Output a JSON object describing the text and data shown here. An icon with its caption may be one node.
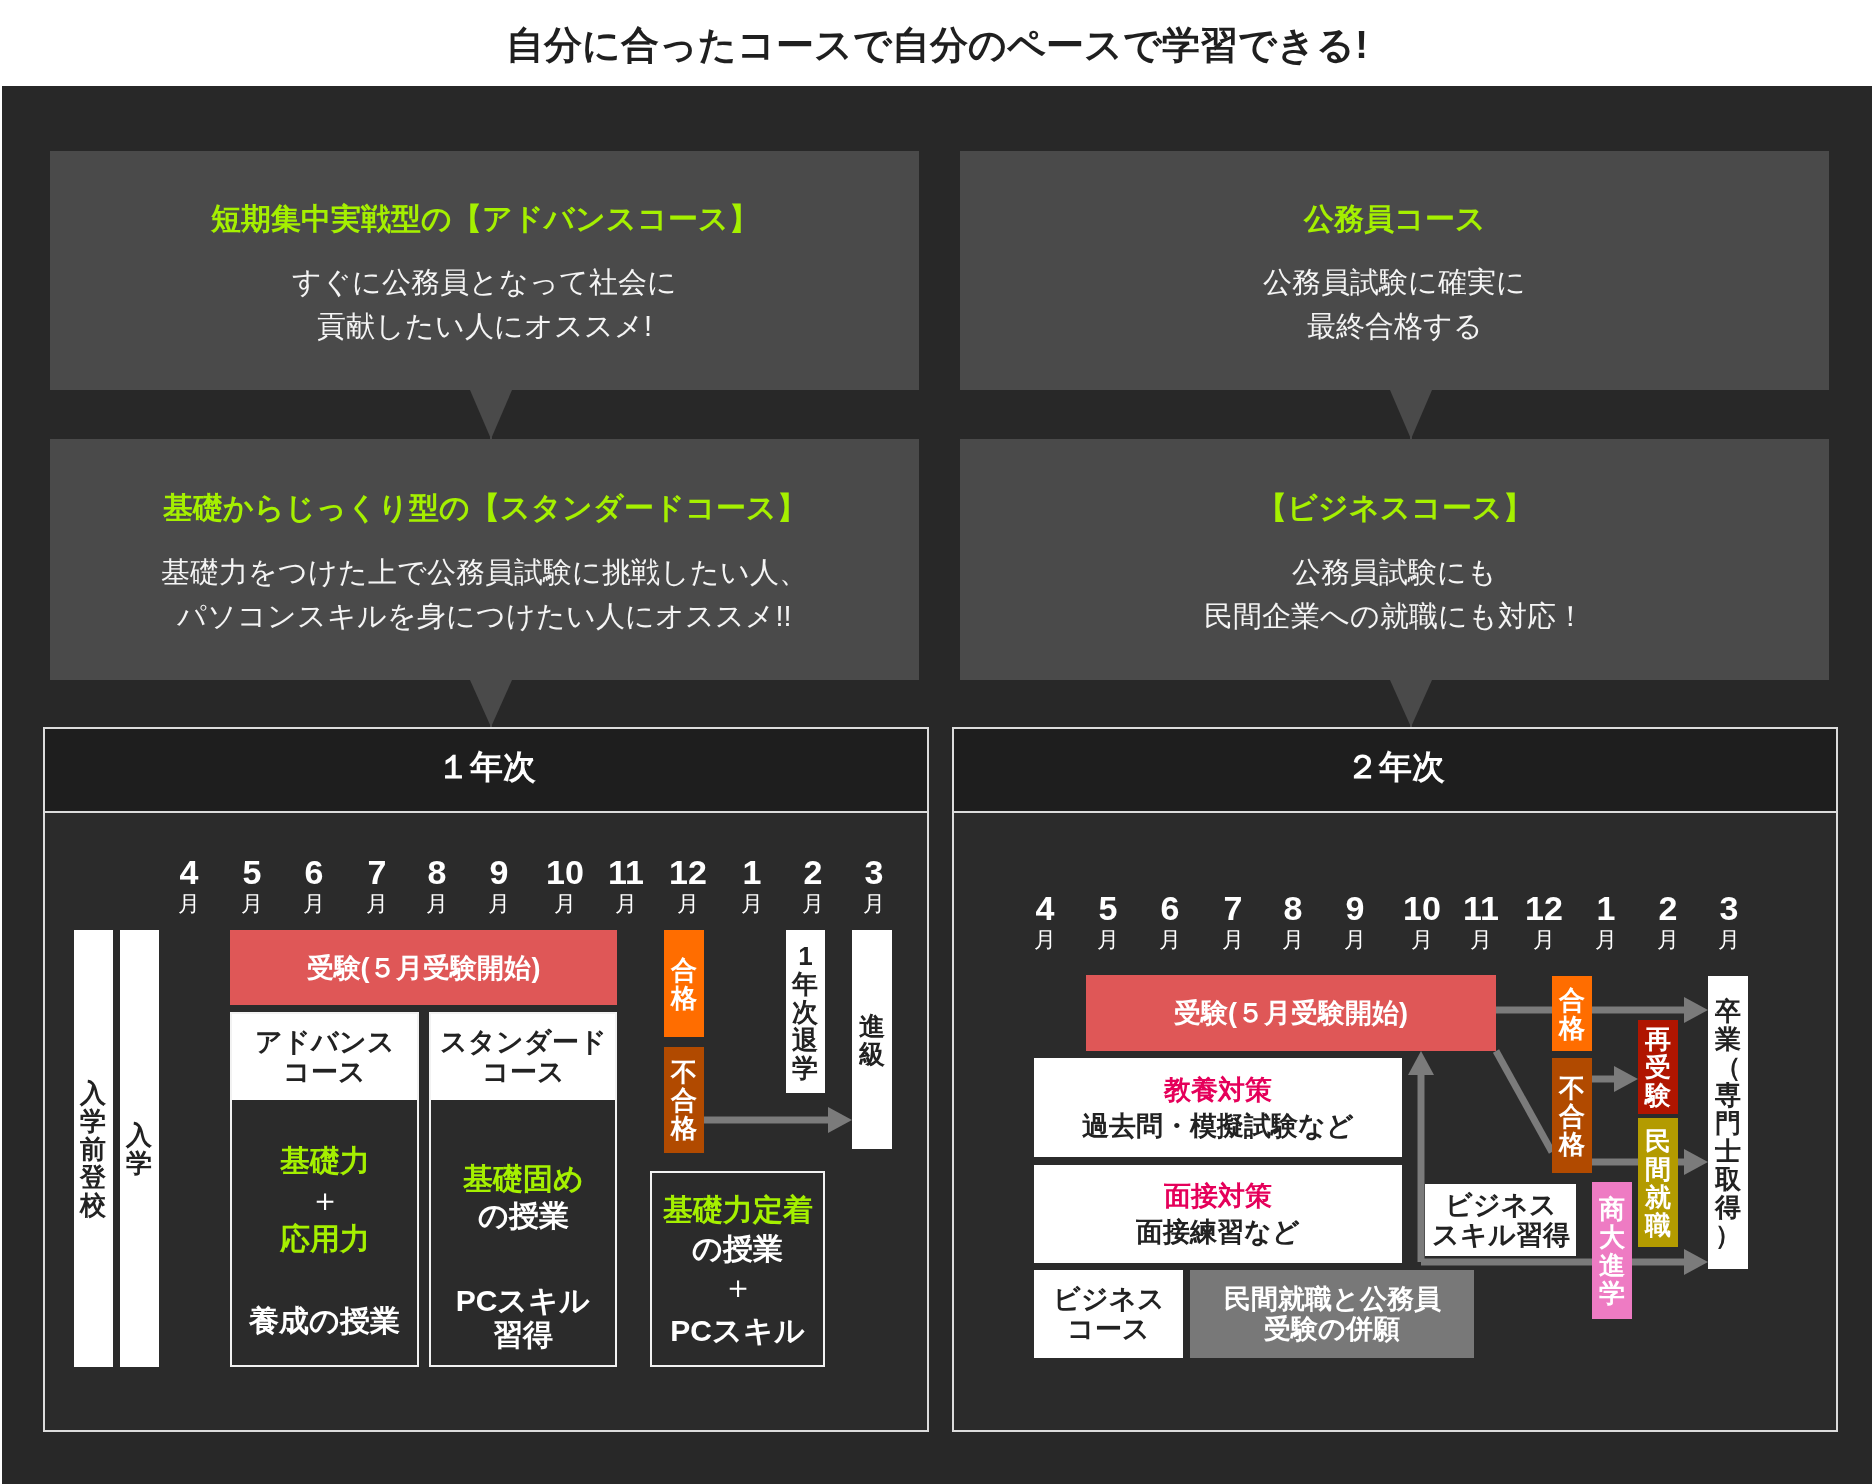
{
  "diagram": {
    "title": "自分に合ったコースで自分のペースで学習できる!",
    "nodes": [
      {
        "text": [
          "短期集中実戦型の【アドバンスコース】",
          "すぐに公務員となって社会に貢献したい人にオススメ!"
        ]
      },
      {
        "text": [
          "公務員コース",
          "公務員試験に確実に最終合格する"
        ]
      },
      {
        "text": [
          "基礎からじっくり型の【スタンダードコース】",
          "基礎力をつけた上で公務員試験に挑戦したい人、パソコンスキルを身につけたい人にオススメ!!"
        ]
      },
      {
        "text": [
          "【ビジネスコース】",
          "公務員試験にも民間企業への就職にも対応！"
        ]
      },
      {
        "text": [
          "１年次"
        ]
      },
      {
        "text": [
          "入学前登校"
        ],
        "in": 4
      },
      {
        "text": [
          "入学"
        ],
        "in": 4
      },
      {
        "text": [
          "受験(５月受験開始)"
        ],
        "in": 4
      },
      {
        "text": [
          "アドバンスコース",
          "基礎力",
          "＋",
          "応用力",
          "養成の授業"
        ],
        "in": 4
      },
      {
        "text": [
          "スタンダードコース",
          "基礎固め",
          "の授業",
          "PCスキル習得"
        ],
        "in": 4
      },
      {
        "text": [
          "合格"
        ],
        "in": 4
      },
      {
        "text": [
          "不合格"
        ],
        "in": 4
      },
      {
        "text": [
          "1年次退学"
        ],
        "in": 4
      },
      {
        "text": [
          "進級"
        ],
        "in": 4
      },
      {
        "text": [
          "基礎力定着",
          "の授業",
          "＋",
          "PCスキル"
        ],
        "in": 4
      },
      {
        "text": [
          "２年次"
        ]
      },
      {
        "text": [
          "受験(５月受験開始)"
        ],
        "in": 15
      },
      {
        "text": [
          "教養対策",
          "過去問・模擬試験など"
        ],
        "in": 15
      },
      {
        "text": [
          "面接対策",
          "面接練習など"
        ],
        "in": 15
      },
      {
        "text": [
          "ビジネスコース"
        ],
        "in": 15
      },
      {
        "text": [
          "民間就職と公務員受験の併願"
        ],
        "in": 15
      },
      {
        "text": [
          "ビジネススキル習得"
        ],
        "in": 15
      },
      {
        "text": [
          "合格"
        ],
        "in": 15
      },
      {
        "text": [
          "不合格"
        ],
        "in": 15
      },
      {
        "text": [
          "再受験"
        ],
        "in": 15
      },
      {
        "text": [
          "民間就職"
        ],
        "in": 15
      },
      {
        "text": [
          "商大進学"
        ],
        "in": 15
      },
      {
        "text": [
          "卒業（専門士取得）"
        ],
        "in": 15
      }
    ],
    "edges": [
      {
        "from": 0,
        "to": 2,
        "arrow": "to",
        "color": "#4a4a4a"
      },
      {
        "from": 1,
        "to": 3,
        "arrow": "to",
        "color": "#4a4a4a"
      },
      {
        "from": 2,
        "to": 4,
        "arrow": "to",
        "color": "#4a4a4a"
      },
      {
        "from": 3,
        "to": 15,
        "arrow": "to",
        "color": "#4a4a4a"
      },
      {
        "from": 11,
        "to": 13,
        "arrow": "to"
      },
      {
        "from": 16,
        "to": 22,
        "arrow": "none"
      },
      {
        "from": 22,
        "to": 27,
        "arrow": "to"
      },
      {
        "from": 16,
        "to": 23,
        "arrow": "none"
      },
      {
        "from": 23,
        "to": 24,
        "arrow": "to"
      },
      {
        "from": 23,
        "to": 25,
        "arrow": "none"
      },
      {
        "from": 25,
        "to": 27,
        "arrow": "to"
      },
      {
        "from": 21,
        "to": 16,
        "arrow": "to"
      },
      {
        "from": 21,
        "to": 26,
        "arrow": "none"
      },
      {
        "from": 26,
        "to": 27,
        "arrow": "to"
      }
    ],
    "labels": [
      "4月",
      "5月",
      "6月",
      "7月",
      "8月",
      "9月",
      "10月",
      "11月",
      "12月",
      "1月",
      "2月",
      "3月",
      "4月",
      "5月",
      "6月",
      "7月",
      "8月",
      "9月",
      "10月",
      "11月",
      "12月",
      "1月",
      "2月",
      "3月"
    ]
  }
}
